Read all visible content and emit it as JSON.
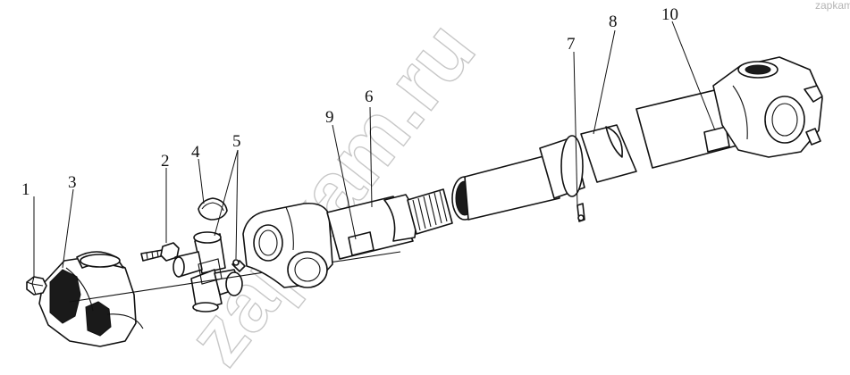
{
  "watermark": {
    "main": "zapkam.ru",
    "corner": "zapkam.ru"
  },
  "callouts": [
    {
      "id": "1",
      "label": "1"
    },
    {
      "id": "2",
      "label": "2"
    },
    {
      "id": "3",
      "label": "3"
    },
    {
      "id": "4",
      "label": "4"
    },
    {
      "id": "5",
      "label": "5"
    },
    {
      "id": "6",
      "label": "6"
    },
    {
      "id": "7",
      "label": "7"
    },
    {
      "id": "8",
      "label": "8"
    },
    {
      "id": "9",
      "label": "9"
    },
    {
      "id": "10",
      "label": "10"
    }
  ],
  "colors": {
    "line": "#111111",
    "watermark": "#9a9a9a",
    "background": "#ffffff"
  }
}
